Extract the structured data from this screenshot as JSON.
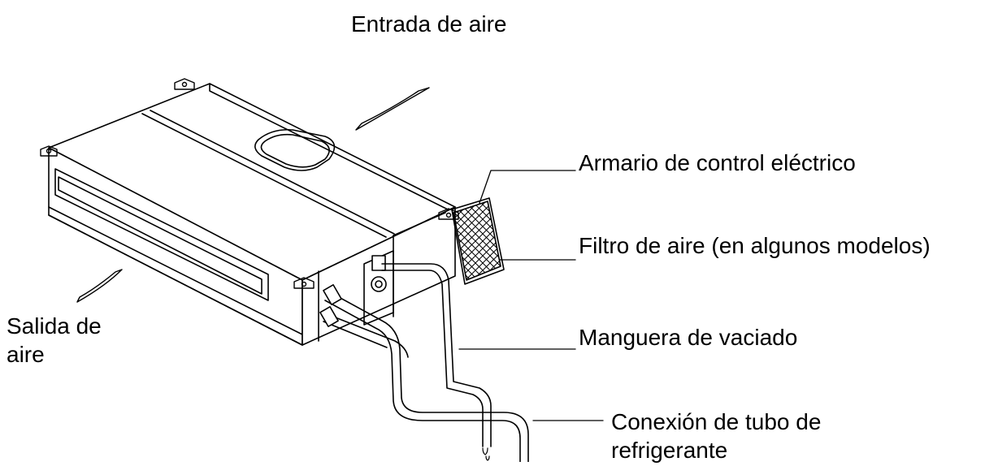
{
  "labels": {
    "air_inlet": "Entrada de aire",
    "electric_cabinet": "Armario de control eléctrico",
    "air_filter": "Filtro de aire (en algunos modelos)",
    "drain_hose": "Manguera de vaciado",
    "refrigerant_pipe": "Conexión de tubo de\nrefrigerante",
    "air_outlet": "Salida de\naire"
  },
  "colors": {
    "line": "#000000",
    "background": "#ffffff"
  }
}
